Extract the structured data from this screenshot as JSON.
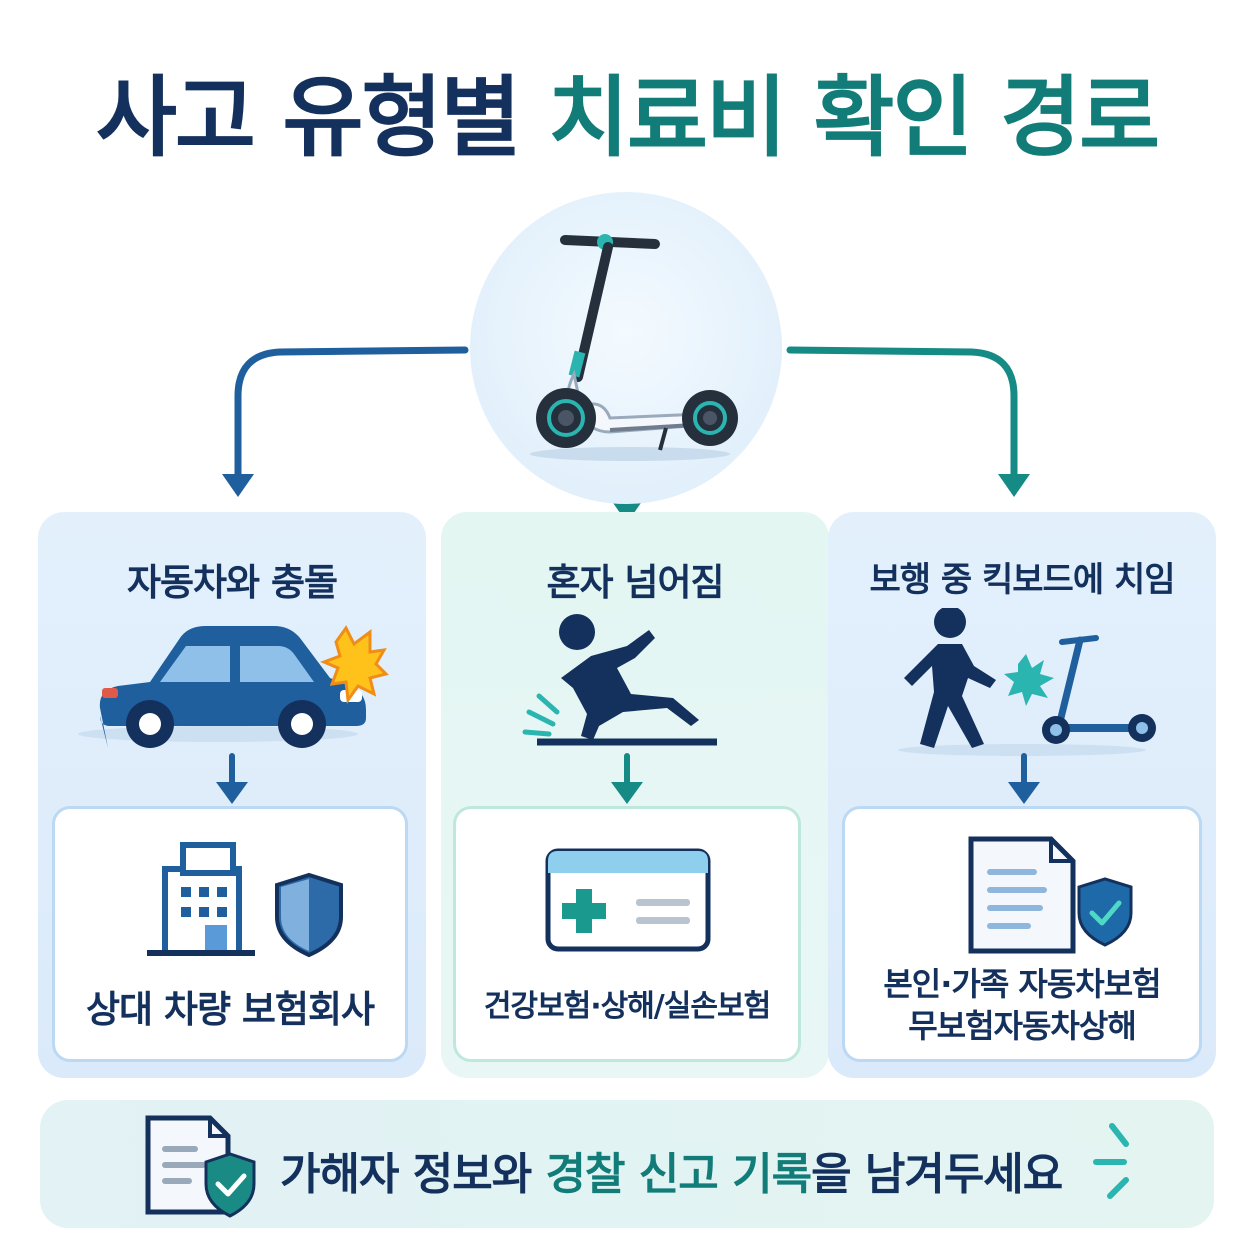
{
  "title": {
    "part1": "사고 유형별",
    "part2": "치료비 확인 경로"
  },
  "columns": [
    {
      "title": "자동차와 충돌",
      "result": "상대 차량 보험회사"
    },
    {
      "title": "혼자 넘어짐",
      "result": "건강보험·상해/실손보험"
    },
    {
      "title": "보행 중 킥보드에 치임",
      "result_line1": "본인·가족 자동차보험",
      "result_line2": "무보험자동차상해"
    }
  ],
  "tip": {
    "part1": "가해자 정보와 ",
    "part2": "경찰 신고 기록",
    "part3": "을 남겨두세요"
  },
  "colors": {
    "navy": "#13315c",
    "teal": "#127c78",
    "blue_arrow": "#1f5f9e",
    "teal_arrow": "#168a84"
  }
}
